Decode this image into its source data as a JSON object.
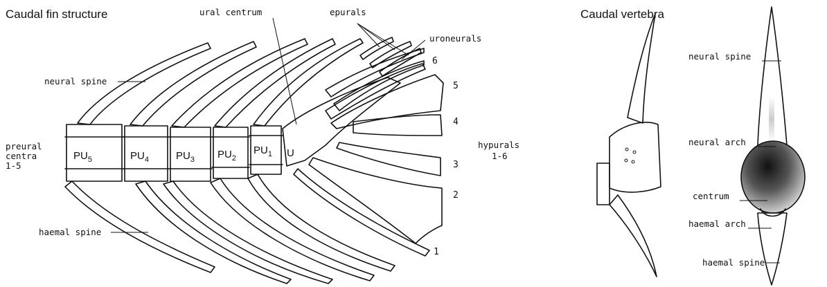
{
  "left_panel": {
    "title": "Caudal fin structure",
    "labels": {
      "ural_centrum": "ural centrum",
      "epurals": "epurals",
      "uroneurals": "uroneurals",
      "neural_spine": "neural spine",
      "haemal_spine": "haemal spine",
      "preural_line1": "preural",
      "preural_line2": "centra",
      "preural_line3": "1-5",
      "hypurals_line1": "hypurals",
      "hypurals_line2": "1-6"
    },
    "vertebrae": [
      {
        "base": "PU",
        "sub": "5"
      },
      {
        "base": "PU",
        "sub": "4"
      },
      {
        "base": "PU",
        "sub": "3"
      },
      {
        "base": "PU",
        "sub": "2"
      },
      {
        "base": "PU",
        "sub": "1"
      },
      {
        "base": "U",
        "sub": ""
      }
    ],
    "hypural_numbers": [
      "6",
      "5",
      "4",
      "3",
      "2",
      "1"
    ]
  },
  "right_panel": {
    "title": "Caudal vertebra",
    "labels": {
      "neural_spine": "neural spine",
      "neural_arch": "neural arch",
      "centrum": "centrum",
      "haemal_arch": "haemal arch",
      "haemal_spine": "haemal spine"
    }
  }
}
